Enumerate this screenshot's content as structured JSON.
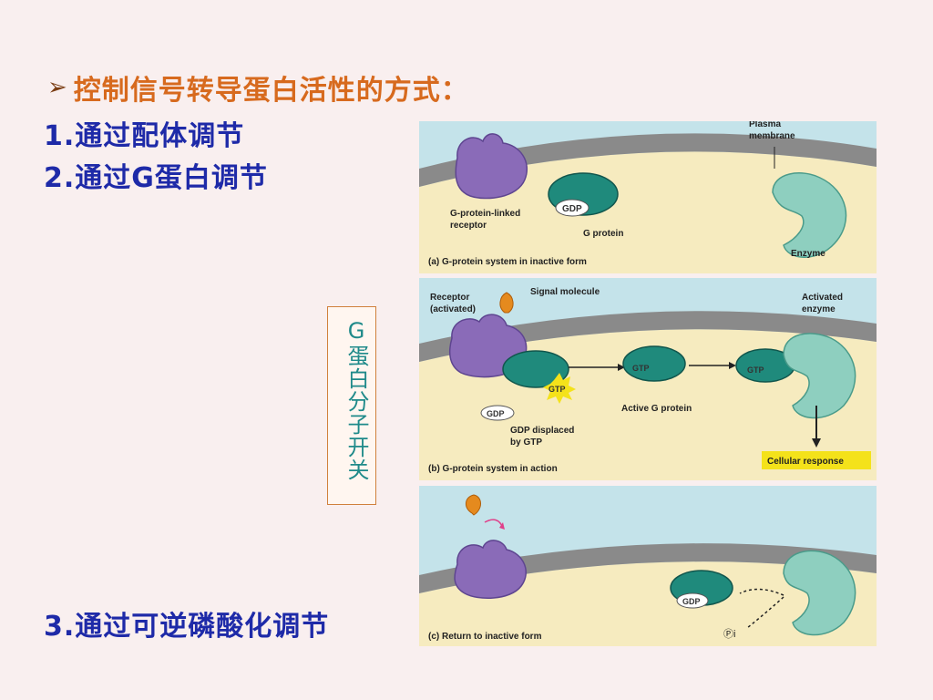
{
  "slide": {
    "heading": "控制信号转导蛋白活性的方式：",
    "heading_marker": "➢",
    "items": [
      "1.通过配体调节",
      "2.通过G蛋白调节",
      "3.通过可逆磷酸化调节"
    ],
    "side_box": "G蛋白分子开关"
  },
  "figure": {
    "panel_a": {
      "caption": "(a) G-protein system in inactive form",
      "plasma_membrane": "Plasma\nmembrane",
      "receptor": "G-protein-linked\nreceptor",
      "gdp": "GDP",
      "g_protein": "G protein",
      "enzyme": "Enzyme"
    },
    "panel_b": {
      "caption": "(b) G-protein system in action",
      "receptor": "Receptor\n(activated)",
      "signal": "Signal molecule",
      "activated_enzyme": "Activated\nenzyme",
      "gtp": "GTP",
      "gdp": "GDP",
      "displaced": "GDP displaced\nby GTP",
      "active_g": "Active G protein",
      "response": "Cellular response"
    },
    "panel_c": {
      "caption": "(c) Return to inactive form",
      "gdp": "GDP",
      "phosphate": "Ⓟi"
    }
  },
  "colors": {
    "heading": "#d76a1e",
    "items": "#1e2aa8",
    "side_box_text": "#1f8a8a",
    "panel_bg": "#c4e3ea",
    "cytoplasm": "#f6ebbf",
    "membrane": "#8a8a8a",
    "receptor": "#8a6bb8",
    "g_protein": "#1f8a7c",
    "enzyme": "#8ecfbf",
    "signal": "#e58a1e",
    "gtp_burst": "#f4e21a"
  }
}
